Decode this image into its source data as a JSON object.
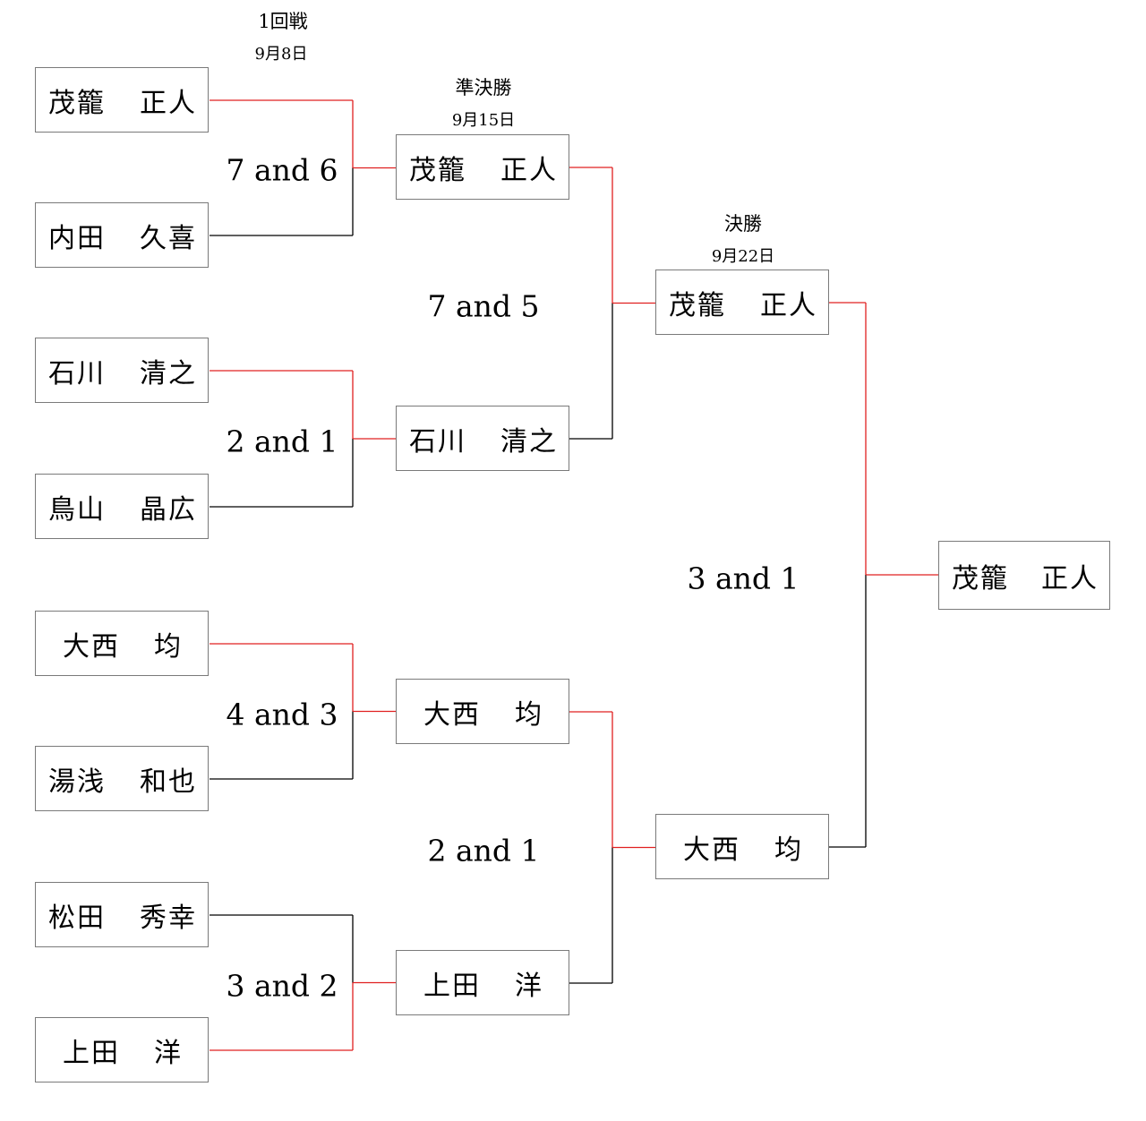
{
  "rounds": [
    {
      "label": "1回戦",
      "date": "9月8日"
    },
    {
      "label": "準決勝",
      "date": "9月15日"
    },
    {
      "label": "決勝",
      "date": "9月22日"
    }
  ],
  "players": {
    "r1": [
      {
        "family": "茂籠",
        "given": "正人"
      },
      {
        "family": "内田",
        "given": "久喜"
      },
      {
        "family": "石川",
        "given": "清之"
      },
      {
        "family": "鳥山",
        "given": "晶広"
      },
      {
        "family": "大西",
        "given": "均"
      },
      {
        "family": "湯浅",
        "given": "和也"
      },
      {
        "family": "松田",
        "given": "秀幸"
      },
      {
        "family": "上田",
        "given": "洋"
      }
    ],
    "sf": [
      {
        "family": "茂籠",
        "given": "正人"
      },
      {
        "family": "石川",
        "given": "清之"
      },
      {
        "family": "大西",
        "given": "均"
      },
      {
        "family": "上田",
        "given": "洋"
      }
    ],
    "final": [
      {
        "family": "茂籠",
        "given": "正人"
      },
      {
        "family": "大西",
        "given": "均"
      }
    ],
    "champion": {
      "family": "茂籠",
      "given": "正人"
    }
  },
  "scores": {
    "r1": [
      "7 and 6",
      "2 and 1",
      "4 and 3",
      "3 and 2"
    ],
    "sf": [
      "7 and 5",
      "2 and 1"
    ],
    "final": [
      "3 and 1"
    ]
  },
  "winners": {
    "r1": [
      0,
      0,
      0,
      1
    ],
    "sf": [
      0,
      0
    ],
    "final": [
      0
    ]
  },
  "colors": {
    "winner_line": "#e02020",
    "loser_line": "#000000",
    "box_border": "#7a7a7a"
  }
}
